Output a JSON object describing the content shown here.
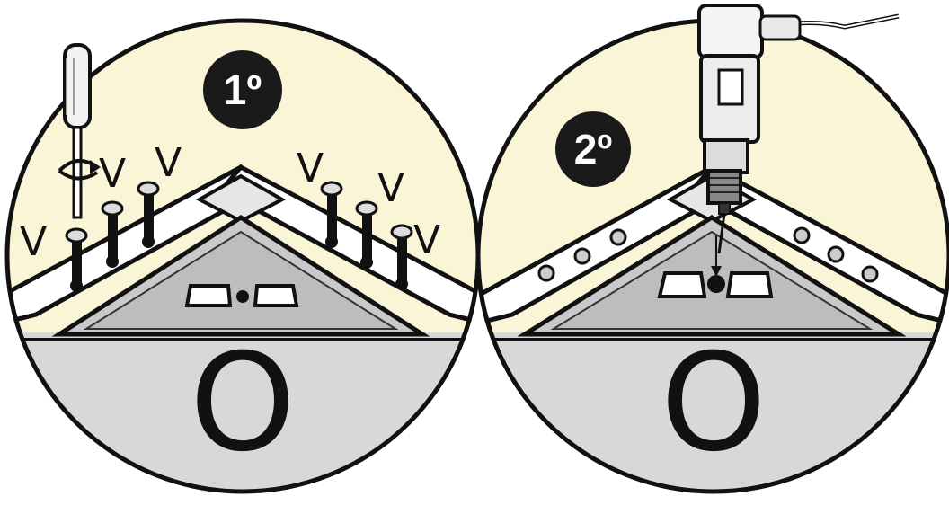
{
  "colors": {
    "cream": "#fbf5d8",
    "gray": "#d8d8d8",
    "outline": "#111111",
    "badge": "#1a1a1a"
  },
  "panel_left": {
    "step": "1º",
    "screw_marks": [
      "V",
      "V",
      "V",
      "V",
      "V",
      "V"
    ],
    "bottom_mark": "O",
    "tool": "screwdriver-icon"
  },
  "panel_right": {
    "step": "2º",
    "bottom_mark": "O",
    "tool": "drill-icon"
  }
}
